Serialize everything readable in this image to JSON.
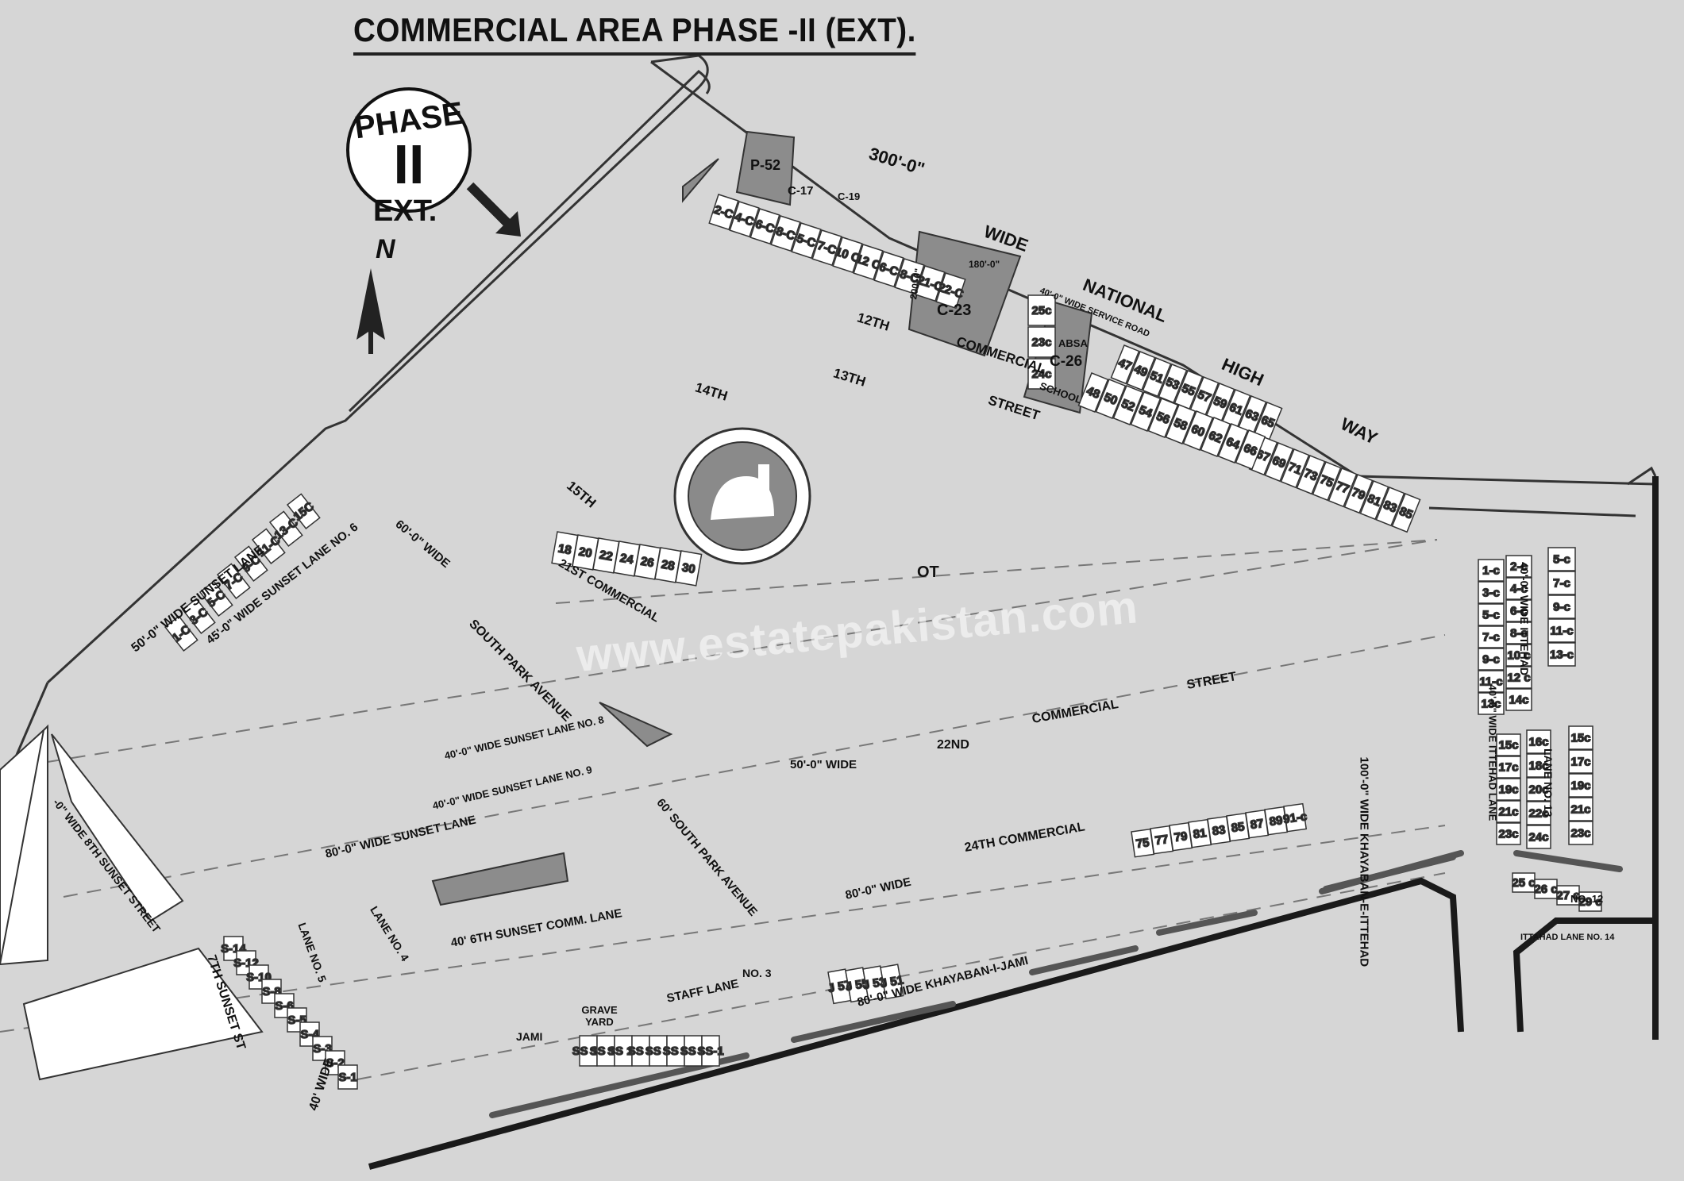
{
  "title": "COMMERCIAL AREA PHASE -II (EXT).",
  "badge": {
    "line1": "PHASE",
    "line2": "II"
  },
  "ext": "EXT.",
  "north": "N",
  "watermark": "www.estatepakistan.com",
  "roads": {
    "wide_300": "300'-0\"",
    "wide": "WIDE",
    "national": "NATIONAL",
    "high": "HIGH",
    "way": "WAY",
    "service_road": "40'-0\" WIDE SERVICE ROAD",
    "sunset_lane_50": "50'-0\" WIDE SUNSET LANE",
    "sunset_lane_6": "45'-0\" WIDE SUNSET LANE NO. 6",
    "sunset_lane_8": "40'-0\" WIDE SUNSET LANE NO. 8",
    "sunset_lane_9": "40'-0\" WIDE SUNSET LANE NO. 9",
    "sunset_lane_80": "80'-0\" WIDE SUNSET LANE",
    "eighth_sunset": "-0\" WIDE 8TH SUNSET STREET",
    "seventh_sunset": "7TH SUNSET ST",
    "south_park": "SOUTH PARK AVENUE",
    "south_park_60": "60' SOUTH PARK AVENUE",
    "commercial_12": "12TH",
    "commercial_13": "13TH",
    "commercial_14": "14TH",
    "commercial_15": "15TH",
    "commercial_21": "21ST COMMERCIAL",
    "commercial_22": "22ND",
    "commercial_24": "24TH COMMERCIAL",
    "commercial": "COMMERCIAL",
    "street": "STREET",
    "khayaban_ittehad": "100'-0\" WIDE KHAYABAN-E-ITTEHAD",
    "khayaban_jami": "80'-0\" WIDE KHAYABAN-I-JAMI",
    "ittehad_lane": "40'-0\" WIDE ITTEHAD LANE",
    "ittehad_lane_13": "LANE NO. 13",
    "ittehad_lane_14": "ITTAHAD LANE NO. 14",
    "ittehad_lane_12": "NO. 12",
    "ittehad_40": "40'-0\" WIDE ITTEHAD",
    "sunset_comm_lane": "40' 6TH SUNSET COMM. LANE",
    "staff_lane": "STAFF LANE",
    "jami": "JAMI",
    "lane_3": "NO. 3",
    "wide_80": "80'-0\" WIDE",
    "wide_50": "50'-0\" WIDE",
    "wide_60": "60'-0\" WIDE",
    "wide_40": "40' WIDE",
    "lane_4": "LANE NO. 4",
    "lane_5": "LANE NO. 5"
  },
  "landmarks": {
    "p52": "P-52",
    "c17": "C-17",
    "c19": "C-19",
    "c23": "C-23",
    "c26": "C-26",
    "absa": "ABSA",
    "school": "SCHOOL",
    "c23_dim1": "180'-0\"",
    "c23_dim2": "200'-0\"",
    "graveyard": "GRAVE YARD",
    "ot": "OT"
  },
  "plots": {
    "top_block": [
      "2-C",
      "4-C",
      "6-C",
      "8-C",
      "5-C",
      "7-C",
      "10 C",
      "12 C",
      "6-C",
      "8-C",
      "21-C",
      "22-C"
    ],
    "c24_block": [
      "25c",
      "23c",
      "24c"
    ],
    "east_numbers": [
      "47",
      "49",
      "51",
      "53",
      "55",
      "57",
      "59",
      "61",
      "63",
      "65"
    ],
    "east_row2": [
      "67",
      "69",
      "71",
      "73",
      "75",
      "77",
      "79",
      "81",
      "83",
      "85"
    ],
    "east_row3": [
      "48",
      "50",
      "52",
      "54",
      "56",
      "58",
      "60",
      "62",
      "64",
      "66"
    ],
    "right_col1": [
      "1-c",
      "3-c",
      "5-c",
      "7-c",
      "9-c",
      "11-c",
      "13c"
    ],
    "right_col2": [
      "2-c",
      "4-c",
      "6-c",
      "8-c",
      "10 c",
      "12 c",
      "14c"
    ],
    "right_col3": [
      "5-c",
      "7-c",
      "9-c",
      "11-c",
      "13-c"
    ],
    "ittehad_col1": [
      "15c",
      "17c",
      "19c",
      "21c",
      "23c"
    ],
    "ittehad_col2": [
      "16c",
      "18c",
      "20c",
      "22c",
      "24c"
    ],
    "ittehad_col3": [
      "15c",
      "17c",
      "19c",
      "21c",
      "23c"
    ],
    "lane14": [
      "25 c",
      "26 c",
      "27 c",
      "29 c"
    ],
    "sunset_row": [
      "1-C",
      "3-C",
      "5-C",
      "7-C",
      "9-C",
      "11-C",
      "13-C",
      "15C"
    ],
    "park_row": [
      "18",
      "20",
      "22",
      "24",
      "26",
      "28",
      "30"
    ],
    "bottom_row": [
      "S-14",
      "S-12",
      "S-10",
      "S-8",
      "S-6",
      "S-5",
      "S-4",
      "S-3",
      "S-2",
      "S-1"
    ],
    "khayaban_row": [
      "75",
      "77",
      "79",
      "81",
      "83",
      "85",
      "87",
      "89",
      "91-c"
    ],
    "graveyard_row": [
      "SS 15",
      "SS 13",
      "SS 11",
      "SS 9",
      "SS 7",
      "SS 5",
      "SS 3",
      "SS-1"
    ],
    "jami_row": [
      "J 57",
      "J 55",
      "J 53",
      "J 51"
    ]
  },
  "colors": {
    "background": "#d6d6d6",
    "plot_fill": "#ffffff",
    "dark_plot": "#8a8a8a",
    "road_line": "#222222",
    "boundary": "#111111"
  }
}
